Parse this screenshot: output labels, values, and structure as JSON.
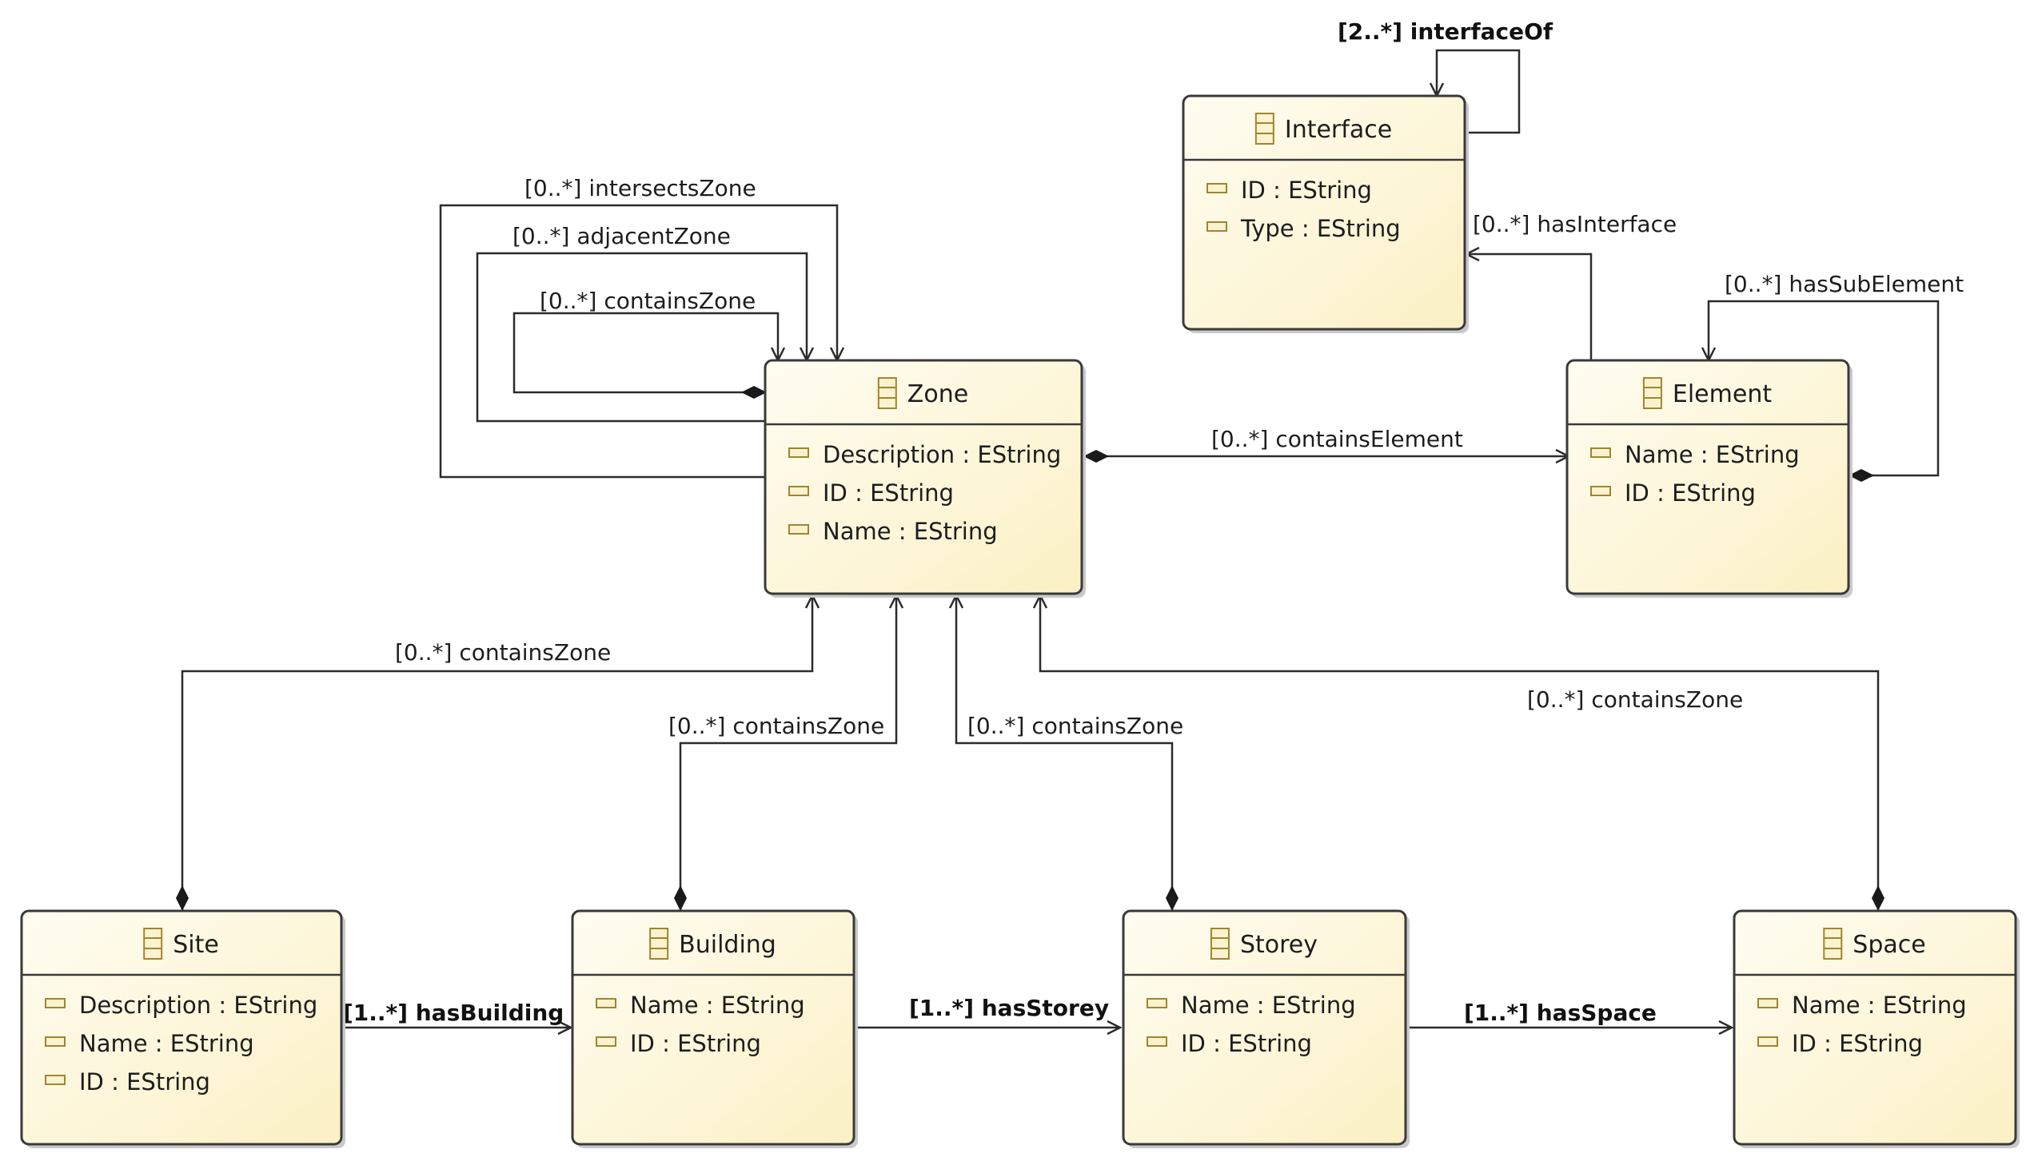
{
  "classes": {
    "zone": {
      "name": "Zone",
      "attributes": [
        "Description : EString",
        "ID : EString",
        "Name : EString"
      ]
    },
    "interface": {
      "name": "Interface",
      "attributes": [
        "ID : EString",
        "Type : EString"
      ]
    },
    "element": {
      "name": "Element",
      "attributes": [
        "Name : EString",
        "ID : EString"
      ]
    },
    "site": {
      "name": "Site",
      "attributes": [
        "Description : EString",
        "Name : EString",
        "ID : EString"
      ]
    },
    "building": {
      "name": "Building",
      "attributes": [
        "Name : EString",
        "ID : EString"
      ]
    },
    "storey": {
      "name": "Storey",
      "attributes": [
        "Name : EString",
        "ID : EString"
      ]
    },
    "space": {
      "name": "Space",
      "attributes": [
        "Name : EString",
        "ID : EString"
      ]
    }
  },
  "references": {
    "interface_of": "[2..*] interfaceOf",
    "intersects_zone": "[0..*] intersectsZone",
    "adjacent_zone": "[0..*] adjacentZone",
    "contains_zone_self": "[0..*] containsZone",
    "has_interface": "[0..*] hasInterface",
    "has_sub_element": "[0..*] hasSubElement",
    "contains_element": "[0..*] containsElement",
    "site_contains_zone": "[0..*] containsZone",
    "building_contains_zone": "[0..*] containsZone",
    "storey_contains_zone": "[0..*] containsZone",
    "space_contains_zone": "[0..*] containsZone",
    "has_building": "[1..*] hasBuilding",
    "has_storey": "[1..*] hasStorey",
    "has_space": "[1..*] hasSpace"
  },
  "icons": {
    "class": "eclass-icon",
    "attribute": "eattribute-icon"
  },
  "colors": {
    "box_fill_top": "#fffdf0",
    "box_fill_bottom": "#fbf1c8",
    "stroke": "#3a3a3a"
  }
}
